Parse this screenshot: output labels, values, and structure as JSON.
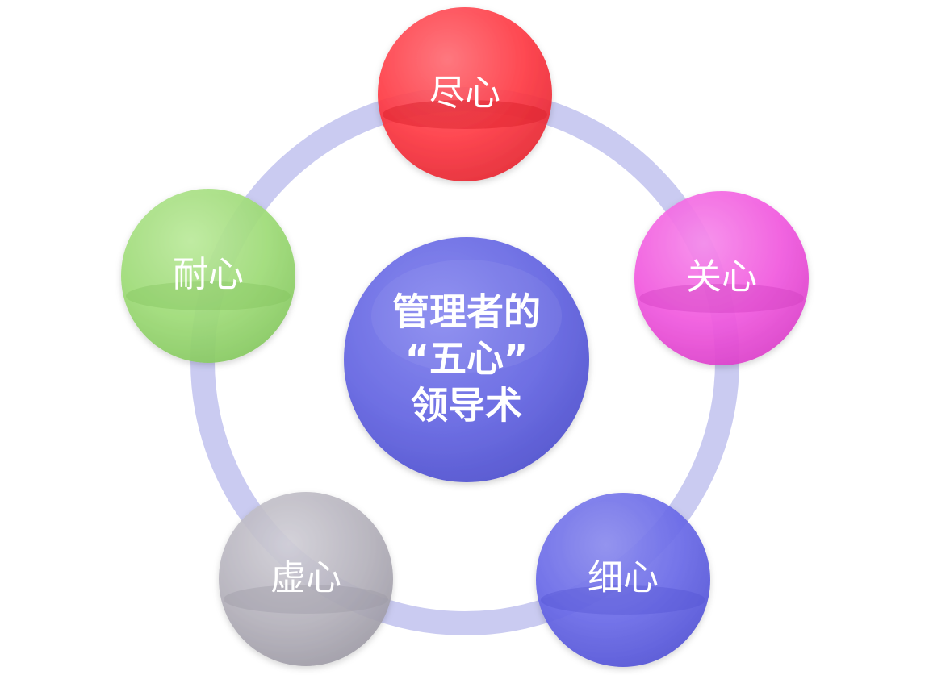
{
  "diagram": {
    "center": {
      "lines": [
        "管理者的",
        "“五心”",
        "领导术"
      ],
      "color": "#6e6fe3"
    },
    "ring_color": "#c5c6ef",
    "nodes": [
      {
        "key": "top",
        "label": "尽心",
        "color": "#ff3b45"
      },
      {
        "key": "right",
        "label": "关心",
        "color": "#f25ae0"
      },
      {
        "key": "bottom-right",
        "label": "细心",
        "color": "#6a6ae8"
      },
      {
        "key": "bottom-left",
        "label": "虚心",
        "color": "#b6b3bd"
      },
      {
        "key": "left",
        "label": "耐心",
        "color": "#9fdc78"
      }
    ]
  }
}
